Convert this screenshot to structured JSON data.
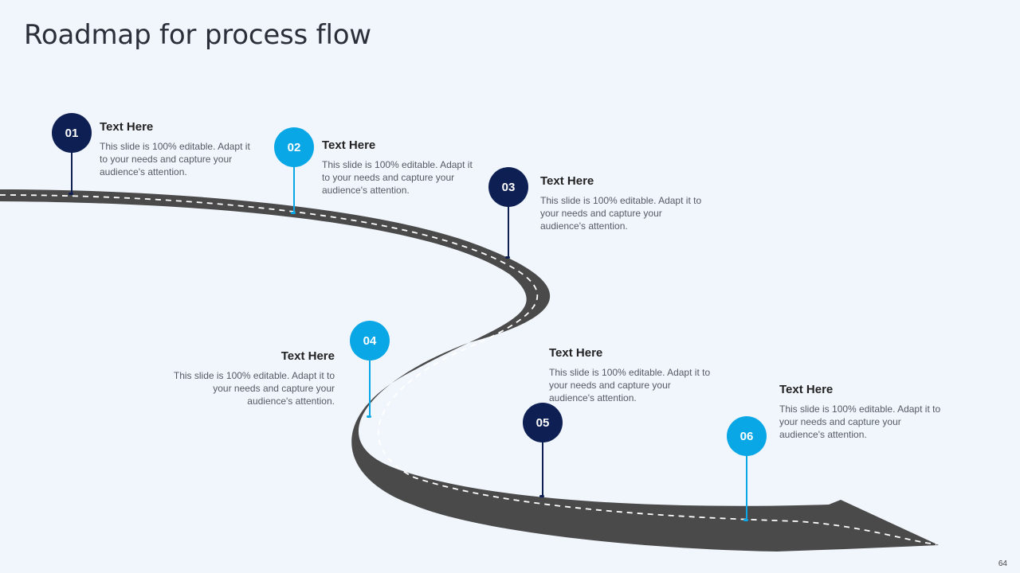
{
  "title": "Roadmap for process flow",
  "page_number": "64",
  "colors": {
    "background": "#f1f6fc",
    "road": "#4a4a4a",
    "dash": "#ffffff",
    "dark_pin": "#0e1f54",
    "light_pin": "#0aa7e6"
  },
  "steps": [
    {
      "number": "01",
      "heading": "Text Here",
      "body": "This slide is 100% editable. Adapt it to your needs and capture your audience's attention."
    },
    {
      "number": "02",
      "heading": "Text Here",
      "body": "This slide is 100% editable. Adapt it to your needs and capture your audience's attention."
    },
    {
      "number": "03",
      "heading": "Text Here",
      "body": "This slide is 100% editable. Adapt it to your needs and capture your audience's attention."
    },
    {
      "number": "04",
      "heading": "Text Here",
      "body": "This slide is 100% editable. Adapt it to your needs and capture your audience's attention."
    },
    {
      "number": "05",
      "heading": "Text Here",
      "body": "This slide is 100% editable. Adapt it to your needs and capture your audience's attention."
    },
    {
      "number": "06",
      "heading": "Text Here",
      "body": "This slide is 100% editable. Adapt it to your needs and capture your audience's attention."
    }
  ]
}
